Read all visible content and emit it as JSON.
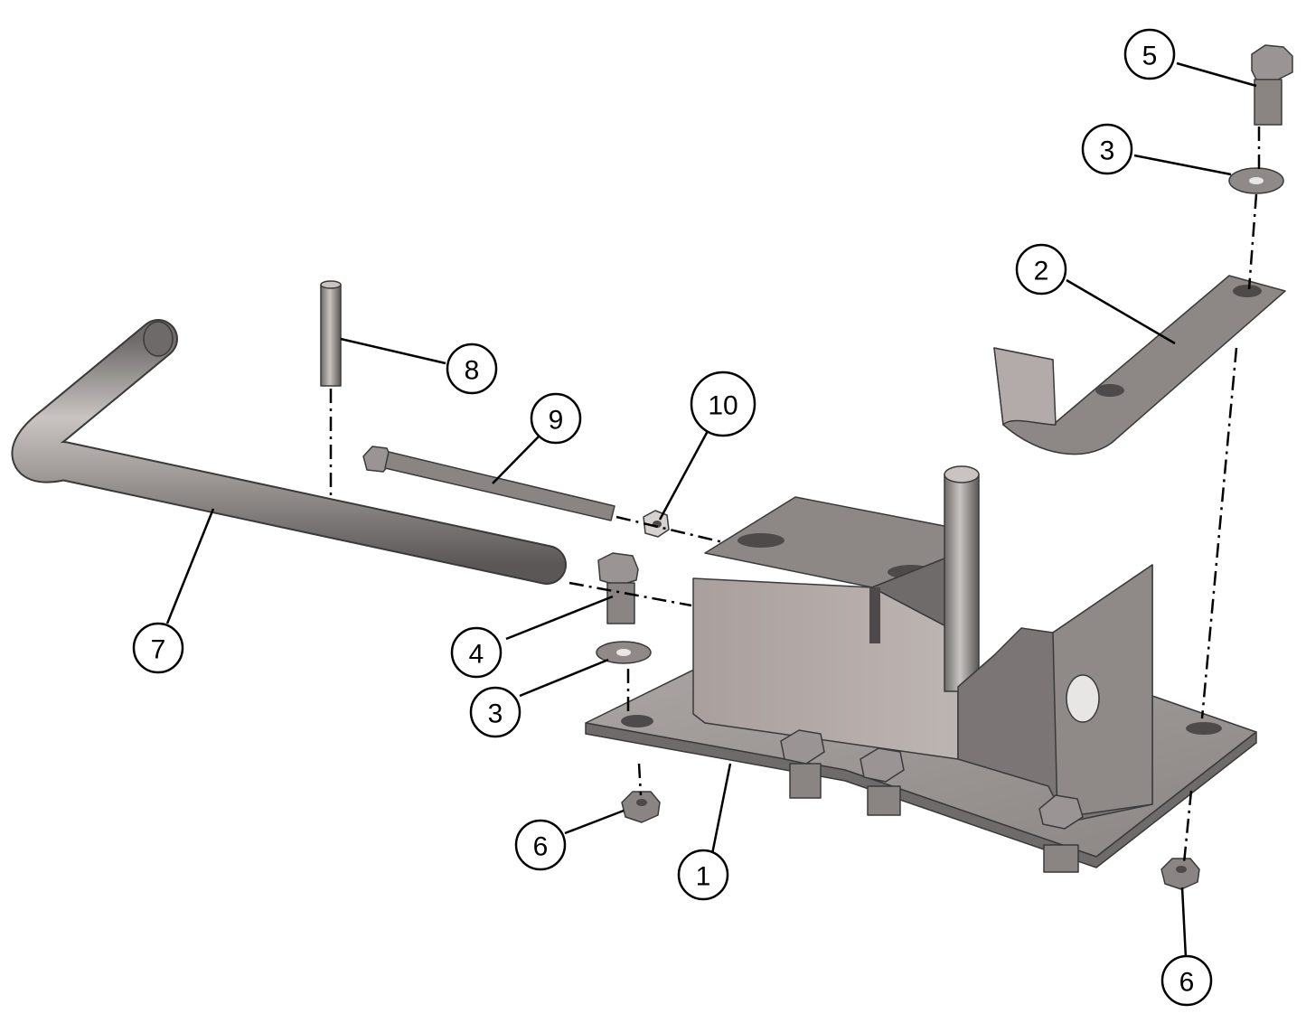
{
  "callouts": [
    {
      "id": "1",
      "label": "1"
    },
    {
      "id": "2",
      "label": "2"
    },
    {
      "id": "3a",
      "label": "3"
    },
    {
      "id": "3b",
      "label": "3"
    },
    {
      "id": "4",
      "label": "4"
    },
    {
      "id": "5",
      "label": "5"
    },
    {
      "id": "6a",
      "label": "6"
    },
    {
      "id": "6b",
      "label": "6"
    },
    {
      "id": "7",
      "label": "7"
    },
    {
      "id": "8",
      "label": "8"
    },
    {
      "id": "9",
      "label": "9"
    },
    {
      "id": "10",
      "label": "10"
    }
  ],
  "colors": {
    "metal_light": "#b9b3b1",
    "metal_mid": "#8f8a88",
    "metal_dark": "#5d5a59",
    "metal_face": "#a8a19e",
    "outline": "#3a3a3a",
    "line": "#000000",
    "background": "#ffffff"
  }
}
